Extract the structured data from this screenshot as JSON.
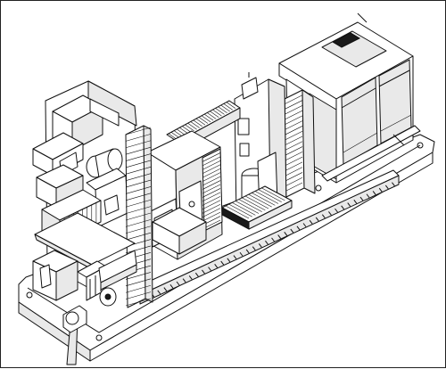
{
  "figure": {
    "stroke_color": "#111111",
    "background_color": "#ffffff",
    "shading_color": "#e9e9e9",
    "fin_counts": {
      "rear_heatsink": 22,
      "front_heatsink": 26,
      "right_heatsink": 18,
      "base_rail": 40,
      "terminal_block": 9
    }
  }
}
